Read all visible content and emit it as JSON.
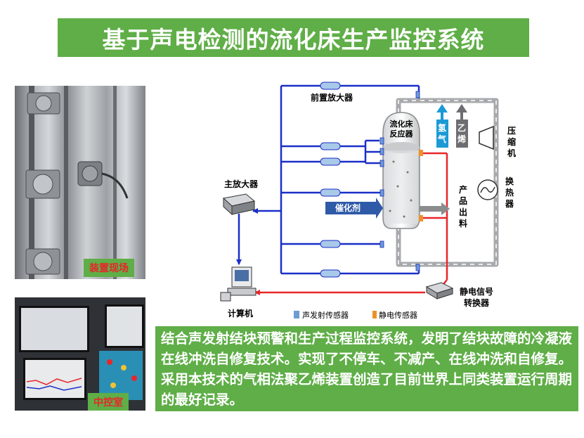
{
  "title": "基于声电检测的流化床生产监控系统",
  "photos": {
    "site_label": "装置现场",
    "control_label": "中控室"
  },
  "diagram": {
    "preamp": "前置放大器",
    "main_amp": "主放大器",
    "reactor_line1": "流化床",
    "reactor_line2": "反应器",
    "hydrogen": "氢气",
    "ethylene": "乙烯",
    "compressor": "压缩机",
    "heat_exchanger": "换热器",
    "product_outlet": "产品出料",
    "catalyst": "催化剂",
    "computer": "计算机",
    "static_converter_line1": "静电信号",
    "static_converter_line2": "转换器",
    "legend_acoustic": "声发射传感器",
    "legend_static": "静电传感器"
  },
  "colors": {
    "title_bg": "#5fae47",
    "acoustic_line": "#1a2fc8",
    "static_line": "#e8262a",
    "pipe": "#a7a9ac",
    "hydrogen": "#1b9ad6",
    "ethylene": "#6d6e71",
    "catalyst": "#2f5aa8"
  },
  "body_text": "结合声发射结块预警和生产过程监控系统，发明了结块故障的冷凝液在线冲洗自修复技术。实现了不停车、不减产、在线冲洗和自修复。采用本技术的气相法聚乙烯装置创造了目前世界上同类装置运行周期的最好记录。"
}
